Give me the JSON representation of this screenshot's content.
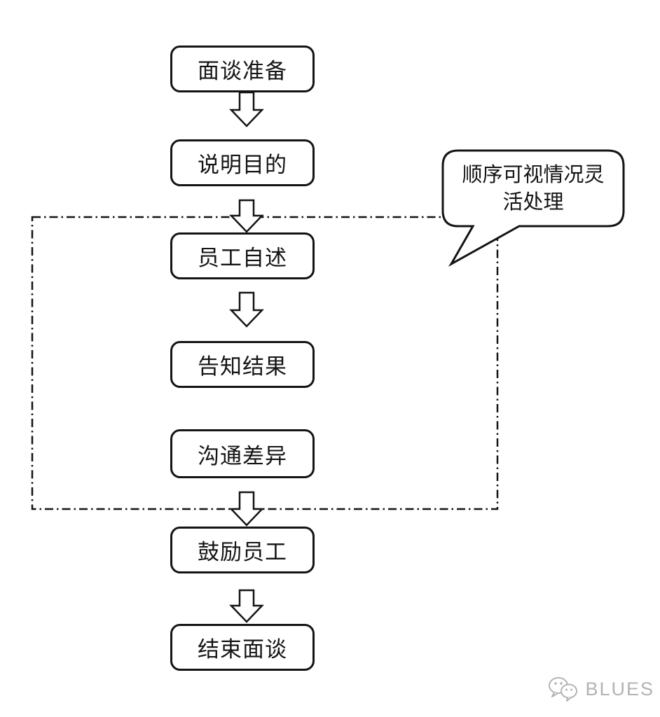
{
  "diagram": {
    "title_implicit": "面谈流程",
    "nodes": [
      {
        "id": "prepare",
        "label": "面谈准备"
      },
      {
        "id": "purpose",
        "label": "说明目的"
      },
      {
        "id": "selfstate",
        "label": "员工自述"
      },
      {
        "id": "results",
        "label": "告知结果"
      },
      {
        "id": "diffs",
        "label": "沟通差异"
      },
      {
        "id": "encourage",
        "label": "鼓励员工"
      },
      {
        "id": "finish",
        "label": "结束面谈"
      }
    ],
    "callout": {
      "text": "顺序可视情况灵活处理",
      "lines": [
        "顺序可视情况灵",
        "活处理"
      ]
    },
    "grouped_nodes": [
      "员工自述",
      "告知结果",
      "沟通差异"
    ]
  },
  "watermark": {
    "label": "BLUES",
    "icon": "wechat-icon"
  },
  "colors": {
    "line": "#141414",
    "box_fill": "#ffffff",
    "watermark_gray": "#b3b3b3"
  }
}
